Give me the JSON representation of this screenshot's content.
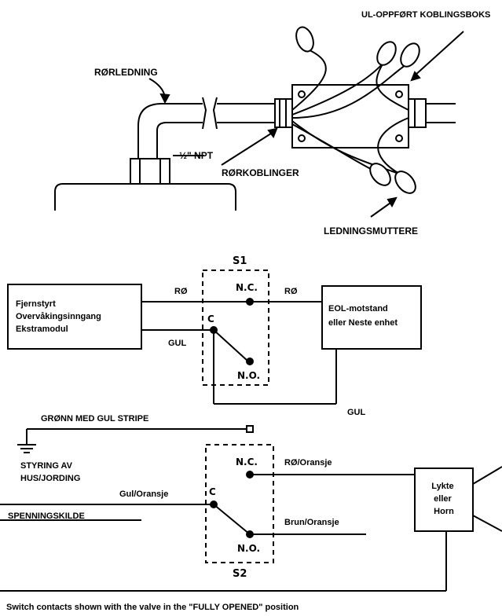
{
  "top_drawing": {
    "wiring_label": "UL-OPPFØRT KOBLINGSBOKS",
    "conduit_label": "RØRLEDNING",
    "npt_label": "½\" NPT",
    "coupling_label": "RØRKOBLINGER",
    "wirenut_label": "LEDNINGSMUTTERE"
  },
  "switch1": {
    "name": "S1",
    "nc_label": "N.C.",
    "no_label": "N.O.",
    "c_label": "C",
    "left_box": [
      "Fjernstyrt",
      "Overvåkingsinngang",
      "Ekstramodul"
    ],
    "right_box": [
      "EOL-motstand",
      "eller Neste enhet"
    ],
    "wire_red_left": "RØ",
    "wire_red_right": "RØ",
    "wire_yellow": "GUL",
    "wire_yellow_bottom": "GUL"
  },
  "switch2": {
    "name": "S2",
    "nc_label": "N.C.",
    "no_label": "N.O.",
    "c_label": "C",
    "ground_wire": "GRØNN MED GUL STRIPE",
    "ground_label": [
      "STYRING AV",
      "HUS/JORDING"
    ],
    "common_wire": "Gul/Oransje",
    "supply_label": "SPENNINGSKILDE",
    "nc_wire": "RØ/Oransje",
    "no_wire": "Brun/Oransje",
    "device_box": [
      "Lyktе",
      "eller",
      "Horn"
    ]
  },
  "footer": {
    "note": "Switch contacts shown with the valve in the \"FULLY OPENED\" position"
  }
}
